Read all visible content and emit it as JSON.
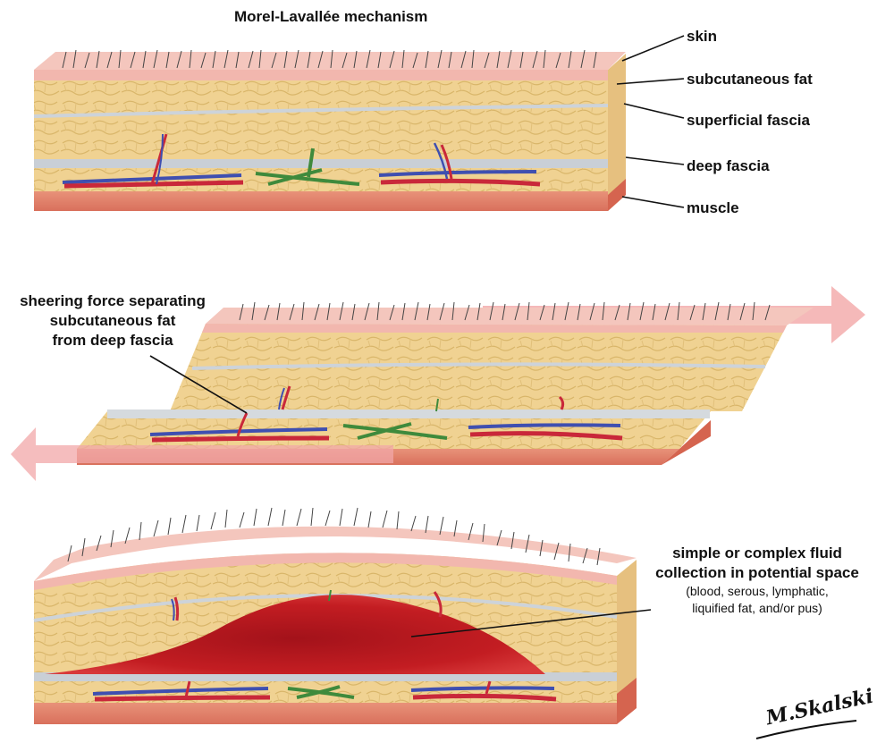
{
  "title": "Morel-Lavallée mechanism",
  "layers": {
    "skin": "skin",
    "subcutaneous_fat": "subcutaneous fat",
    "superficial_fascia": "superficial fascia",
    "deep_fascia": "deep fascia",
    "muscle": "muscle"
  },
  "shear": {
    "line1": "sheering force separating",
    "line2": "subcutaneous fat",
    "line3": "from deep fascia"
  },
  "fluid": {
    "line1": "simple or complex fluid",
    "line2": "collection in potential space",
    "line3": "(blood, serous, lymphatic,",
    "line4": "liquified fat, and/or pus)"
  },
  "signature": "M.Skalski",
  "colors": {
    "skin": "#f2b7ae",
    "fat": "#efd08f",
    "fascia": "#c9cfd6",
    "muscle": "#df7d68",
    "artery": "#c9283a",
    "vein": "#3f4fb0",
    "nerve": "#3f8a3c",
    "fluid": "#b3131b",
    "arrow": "#f2a7a8"
  }
}
